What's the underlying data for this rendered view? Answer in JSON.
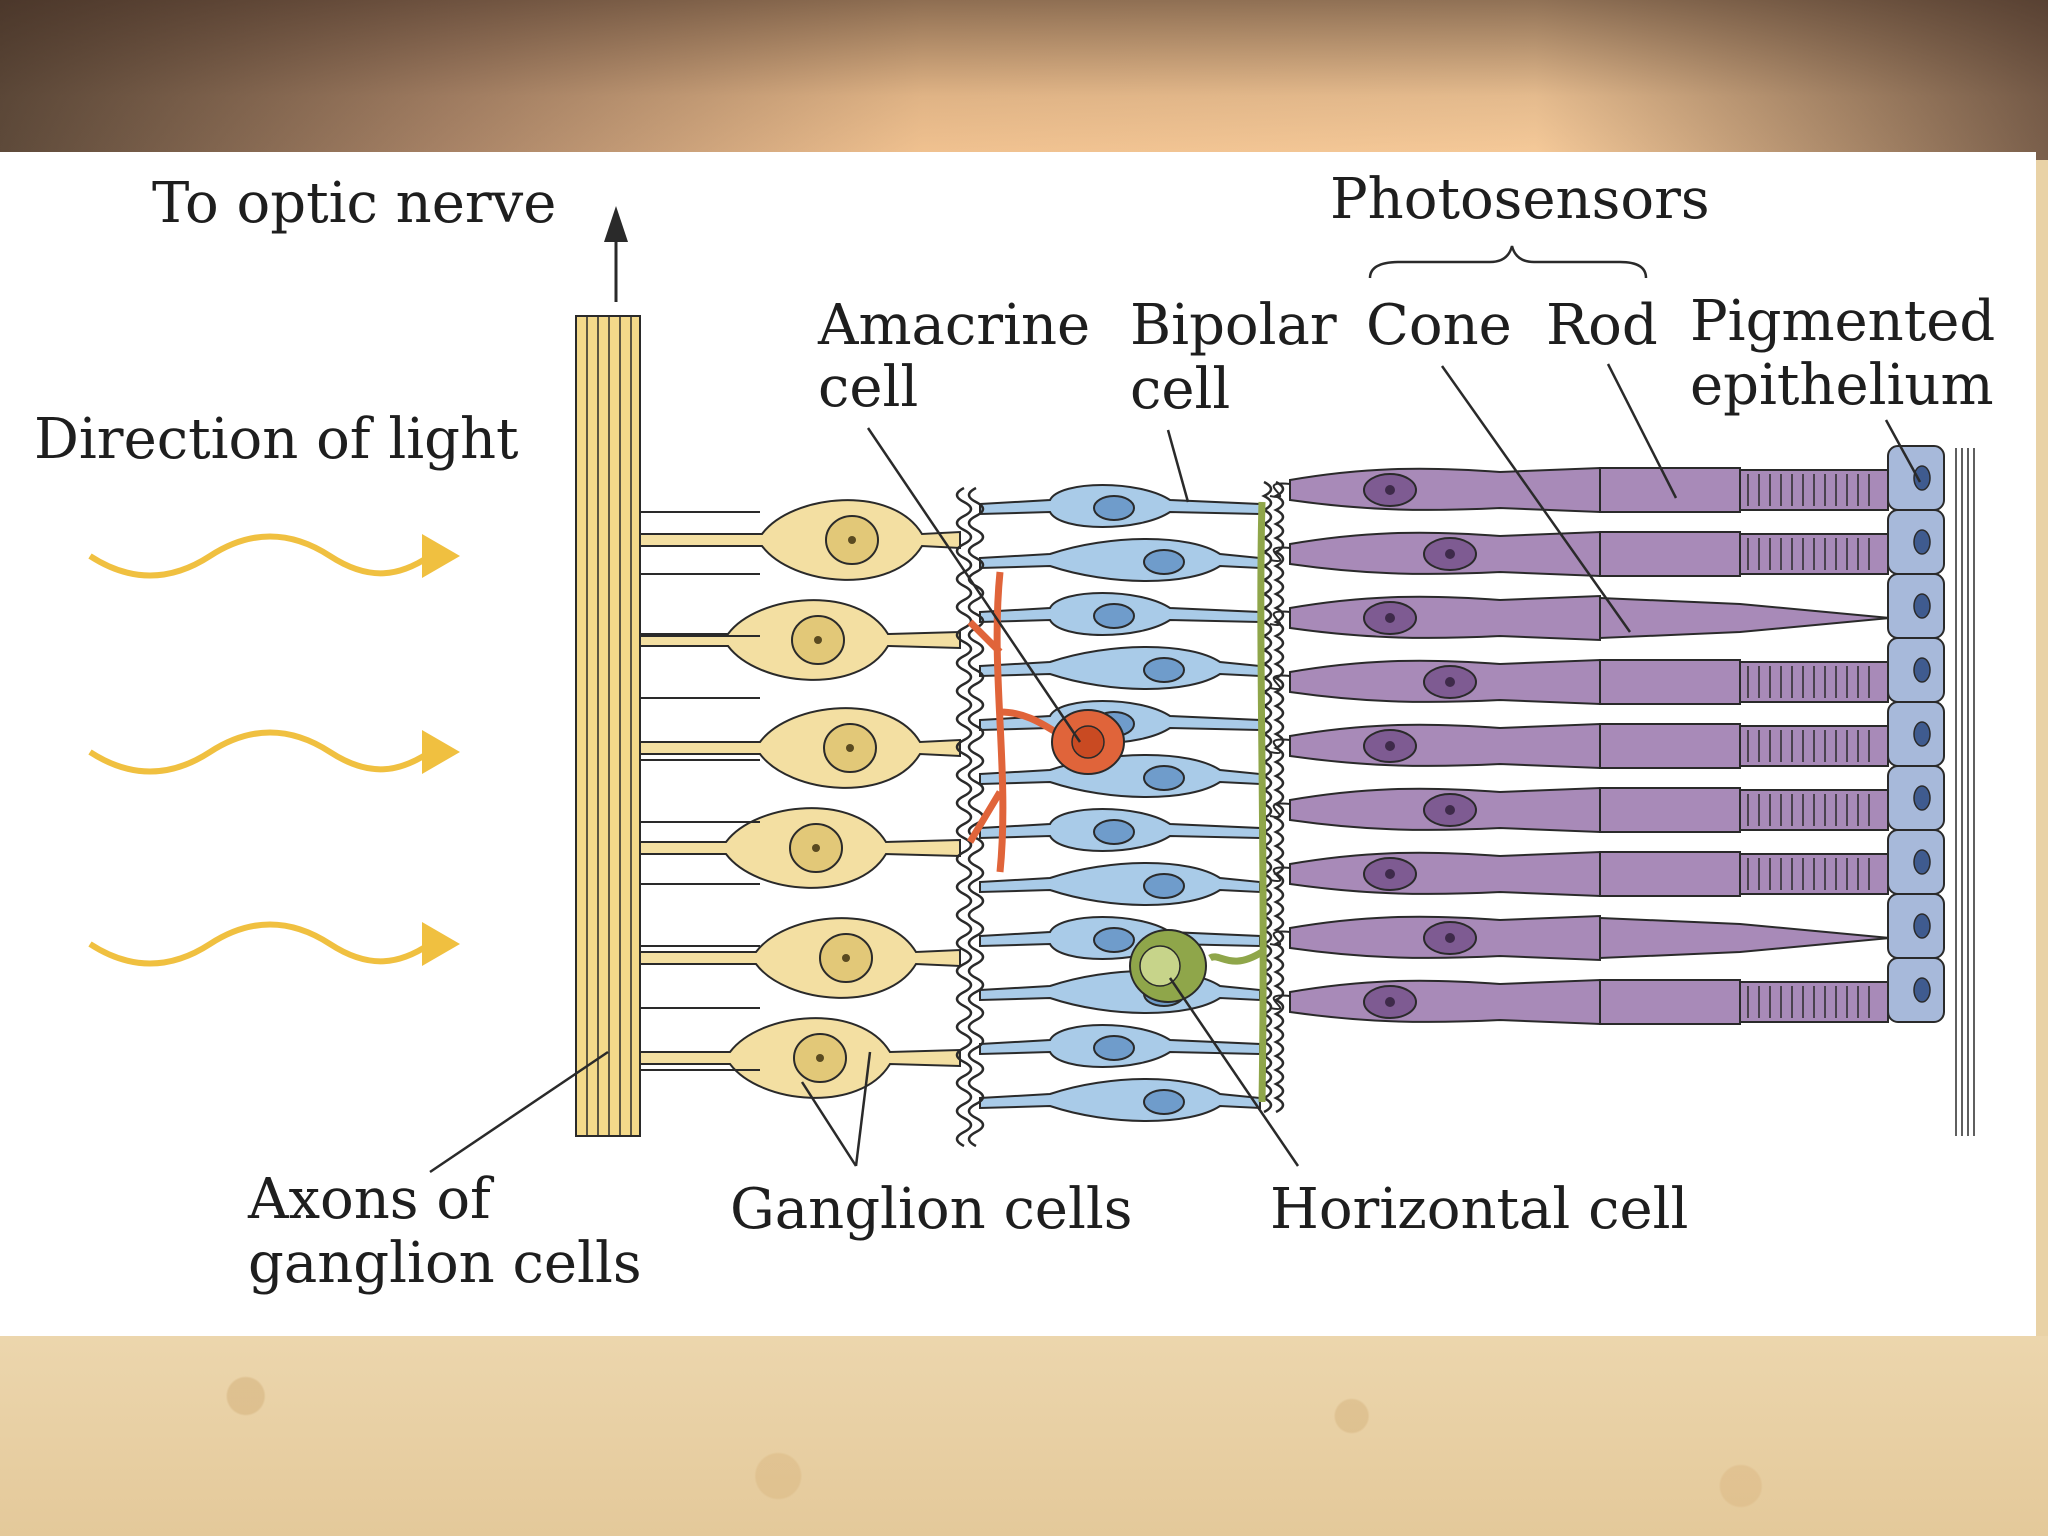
{
  "labels": {
    "to_optic_nerve": "To optic nerve",
    "photosensors": "Photosensors",
    "amacrine_line1": "Amacrine",
    "amacrine_line2": "cell",
    "bipolar_line1": "Bipolar",
    "bipolar_line2": "cell",
    "cone": "Cone",
    "rod": "Rod",
    "pigmented_line1": "Pigmented",
    "pigmented_line2": "epithelium",
    "direction_of_light": "Direction of light",
    "axons_line1": "Axons of",
    "axons_line2": "ganglion cells",
    "ganglion_cells": "Ganglion cells",
    "horizontal_cell": "Horizontal cell"
  },
  "colors": {
    "light_arrow": "#f0c040",
    "axon_bundle": "#f3d98a",
    "ganglion": "#f3dfa2",
    "ganglion_nucleus": "#e2c878",
    "amacrine": "#e0643a",
    "bipolar": "#a9cbe8",
    "bipolar_nucleus": "#6f9ccb",
    "horizontal": "#8fa64a",
    "photoreceptor": "#a88ab8",
    "photoreceptor_dark": "#7e5b92",
    "epithelium": "#a7b9da",
    "outline": "#2a2a2a"
  }
}
